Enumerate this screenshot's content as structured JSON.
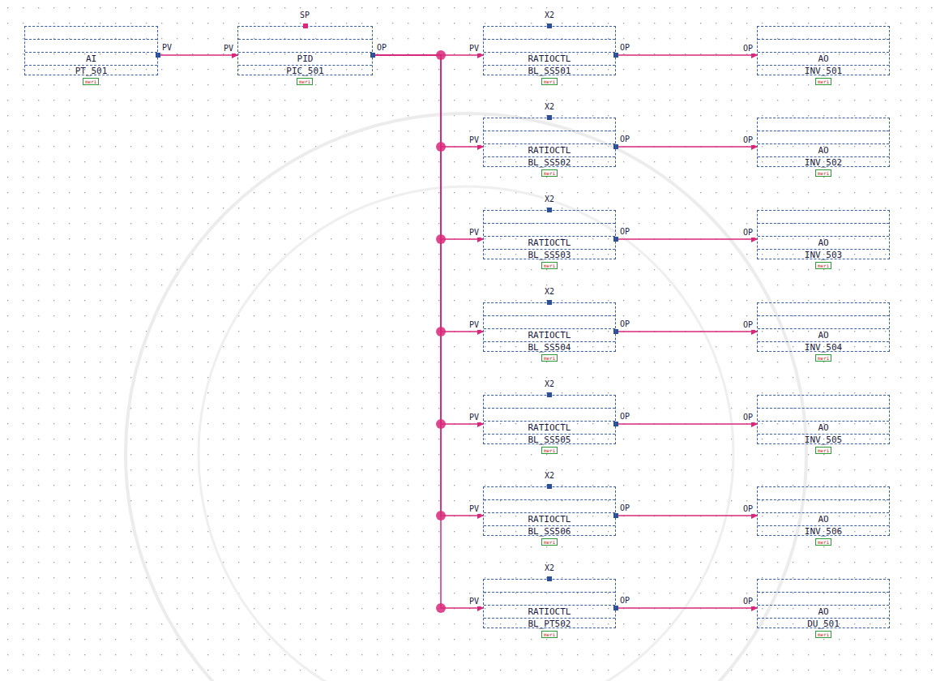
{
  "diagram": {
    "nodes": [
      {
        "text": [
          "AI",
          "PT_501"
        ]
      },
      {
        "text": [
          "PID",
          "PIC_501"
        ]
      },
      {
        "text": [
          "RATIOCTL",
          "BL_SS501"
        ]
      },
      {
        "text": [
          "AO",
          "INV_501"
        ]
      },
      {
        "text": [
          "RATIOCTL",
          "BL_SS502"
        ]
      },
      {
        "text": [
          "AO",
          "INV_502"
        ]
      },
      {
        "text": [
          "RATIOCTL",
          "BL_SS503"
        ]
      },
      {
        "text": [
          "AO",
          "INV_503"
        ]
      },
      {
        "text": [
          "RATIOCTL",
          "BL_SS504"
        ]
      },
      {
        "text": [
          "AO",
          "INV_504"
        ]
      },
      {
        "text": [
          "RATIOCTL",
          "BL_SS505"
        ]
      },
      {
        "text": [
          "AO",
          "INV_505"
        ]
      },
      {
        "text": [
          "RATIOCTL",
          "BL_SS506"
        ]
      },
      {
        "text": [
          "AO",
          "INV_506"
        ]
      },
      {
        "text": [
          "RATIOCTL",
          "BL_PT502"
        ]
      },
      {
        "text": [
          "AO",
          "DU_501"
        ]
      }
    ],
    "edges": [
      {
        "from": 0,
        "to": 1,
        "arrow": "to"
      },
      {
        "from": 1,
        "to": 2,
        "arrow": "to"
      },
      {
        "from": 2,
        "to": 3,
        "arrow": "to"
      },
      {
        "from": 1,
        "to": 4,
        "arrow": "to"
      },
      {
        "from": 4,
        "to": 5,
        "arrow": "to"
      },
      {
        "from": 1,
        "to": 6,
        "arrow": "to"
      },
      {
        "from": 6,
        "to": 7,
        "arrow": "to"
      },
      {
        "from": 1,
        "to": 8,
        "arrow": "to"
      },
      {
        "from": 8,
        "to": 9,
        "arrow": "to"
      },
      {
        "from": 1,
        "to": 10,
        "arrow": "to"
      },
      {
        "from": 10,
        "to": 11,
        "arrow": "to"
      },
      {
        "from": 1,
        "to": 12,
        "arrow": "to"
      },
      {
        "from": 12,
        "to": 13,
        "arrow": "to"
      },
      {
        "from": 1,
        "to": 14,
        "arrow": "to"
      },
      {
        "from": 14,
        "to": 15,
        "arrow": "to"
      }
    ],
    "labels": [
      "PV",
      "meri",
      "SP",
      "PV",
      "OP",
      "meri",
      "X2",
      "PV",
      "OP",
      "meri",
      "OP",
      "meri",
      "X2",
      "PV",
      "OP",
      "meri",
      "OP",
      "meri",
      "X2",
      "PV",
      "OP",
      "meri",
      "OP",
      "meri",
      "X2",
      "PV",
      "OP",
      "meri",
      "OP",
      "meri",
      "X2",
      "PV",
      "OP",
      "meri",
      "OP",
      "meri",
      "X2",
      "PV",
      "OP",
      "meri",
      "OP",
      "meri",
      "X2",
      "PV",
      "OP",
      "meri",
      "OP",
      "meri"
    ]
  }
}
